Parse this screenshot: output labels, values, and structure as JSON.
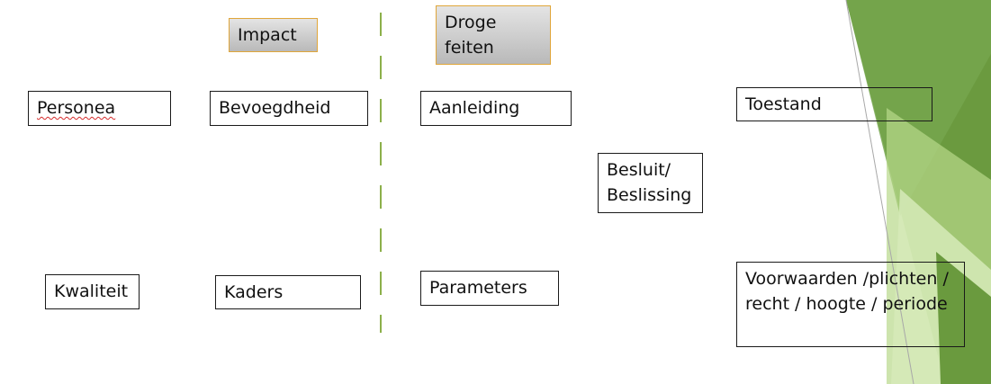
{
  "boxes": {
    "impact": "Impact",
    "droge_feiten": "Droge feiten",
    "personea": "Personea",
    "bevoegdheid": "Bevoegdheid",
    "aanleiding": "Aanleiding",
    "toestand": "Toestand",
    "besluit_beslissing": "Besluit/ Beslissing",
    "kwaliteit": "Kwaliteit",
    "kaders": "Kaders",
    "parameters": "Parameters",
    "voorwaarden": "Voorwaarden /plichten / recht / hoogte / periode"
  },
  "colors": {
    "highlight_fill": "#c8c8c8",
    "highlight_border": "#e0a63a",
    "divider": "#8cb04a",
    "accent_dark": "#6a9a3e",
    "accent_light": "#d5e8b4"
  }
}
